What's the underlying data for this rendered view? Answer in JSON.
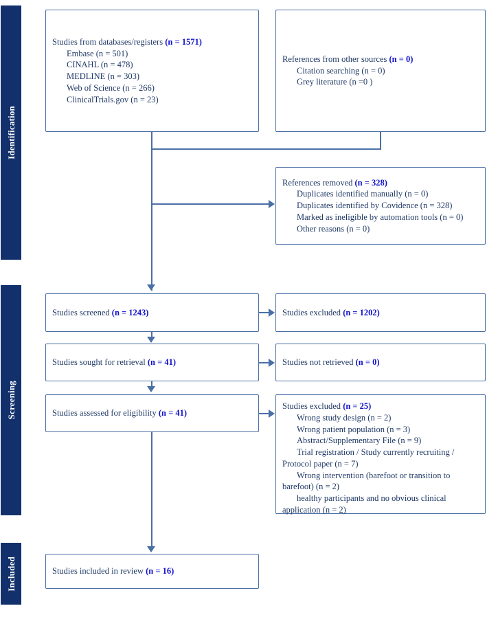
{
  "diagram": {
    "title": "PRISMA flow diagram",
    "colors": {
      "stage_bar": "#12306b",
      "box_border": "#4a6fa5",
      "body_text": "#1f3864",
      "count_text": "#1111cc",
      "connector": "#4a6fa5",
      "background": "#ffffff"
    }
  },
  "stages": [
    {
      "id": "identification",
      "label": "Identification"
    },
    {
      "id": "screening",
      "label": "Screening"
    },
    {
      "id": "included",
      "label": "Included"
    }
  ],
  "boxes": {
    "databases": {
      "head_text": "Studies from databases/registers ",
      "head_count": "(n = 1571)",
      "sub": [
        "Embase (n = 501)",
        "CINAHL (n = 478)",
        "MEDLINE (n = 303)",
        "Web of Science (n = 266)",
        "ClinicalTrials.gov (n = 23)"
      ]
    },
    "other_sources": {
      "head_text": "References from other sources ",
      "head_count": "(n = 0)",
      "sub": [
        "Citation searching (n = 0)",
        "Grey literature (n =0 )"
      ]
    },
    "removed": {
      "head_text": "References removed ",
      "head_count": "(n = 328)",
      "sub": [
        "Duplicates identified manually (n = 0)",
        "Duplicates identified by Covidence (n = 328)",
        "Marked as ineligible by automation tools (n = 0)",
        "Other reasons (n = 0)"
      ]
    },
    "screened": {
      "head_text": "Studies screened ",
      "head_count": "(n = 1243)"
    },
    "excluded_screening": {
      "head_text": "Studies excluded ",
      "head_count": "(n = 1202)"
    },
    "sought": {
      "head_text": "Studies sought for retrieval ",
      "head_count": "(n = 41)"
    },
    "not_retrieved": {
      "head_text": "Studies not retrieved ",
      "head_count": "(n = 0)"
    },
    "eligibility": {
      "head_text": "Studies assessed for eligibility ",
      "head_count": "(n = 41)"
    },
    "excluded_eligibility": {
      "head_text": "Studies excluded ",
      "head_count": "(n = 25)",
      "sub": [
        "Wrong study design (n = 2)",
        "Wrong patient population (n = 3)",
        "Abstract/Supplementary File (n = 9)",
        "Trial registration / Study currently recruiting / Protocol paper (n = 7)",
        "Wrong intervention (barefoot or transition to barefoot) (n = 2)",
        "healthy participants and no obvious clinical application (n = 2)"
      ]
    },
    "included": {
      "head_text": "Studies included in review ",
      "head_count": "(n = 16)"
    }
  }
}
